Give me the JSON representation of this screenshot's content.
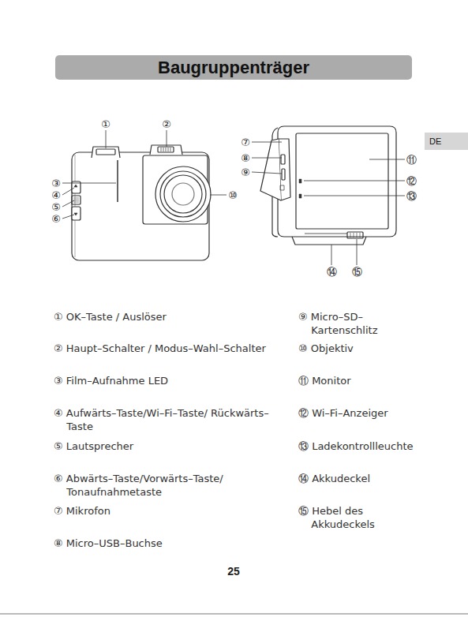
{
  "diagram": {
    "title": "Baugruppenträger",
    "nodes": [
      {
        "text": [
          "DE"
        ]
      }
    ],
    "labels": [
      "①",
      "②",
      "③",
      "④",
      "⑤",
      "⑥",
      "⑦",
      "⑧",
      "⑨",
      "⑩",
      "⑪",
      "⑫",
      "⑬",
      "⑭",
      "⑮",
      "① OK–Taste / Auslöser",
      "② Haupt–Schalter / Modus–Wahl–Schalter",
      "③ Film–Aufnahme LED",
      "④ Aufwärts–Taste/Wi–Fi–Taste/ Rückwärts–Taste",
      "⑤ Lautsprecher",
      "⑥ Abwärts–Taste/Vorwärts–Taste/ Tonaufnahmetaste",
      "⑦ Mikrofon",
      "⑧ Micro–USB–Buchse",
      "⑨ Micro–SD– Kartenschlitz",
      "⑩ Objektiv",
      "⑪ Monitor",
      "⑫ Wi–Fi–Anzeiger",
      "⑬ Ladekontrollleuchte",
      "⑭ Akkudeckel",
      "⑮ Hebel des Akkudeckels",
      "25"
    ]
  }
}
